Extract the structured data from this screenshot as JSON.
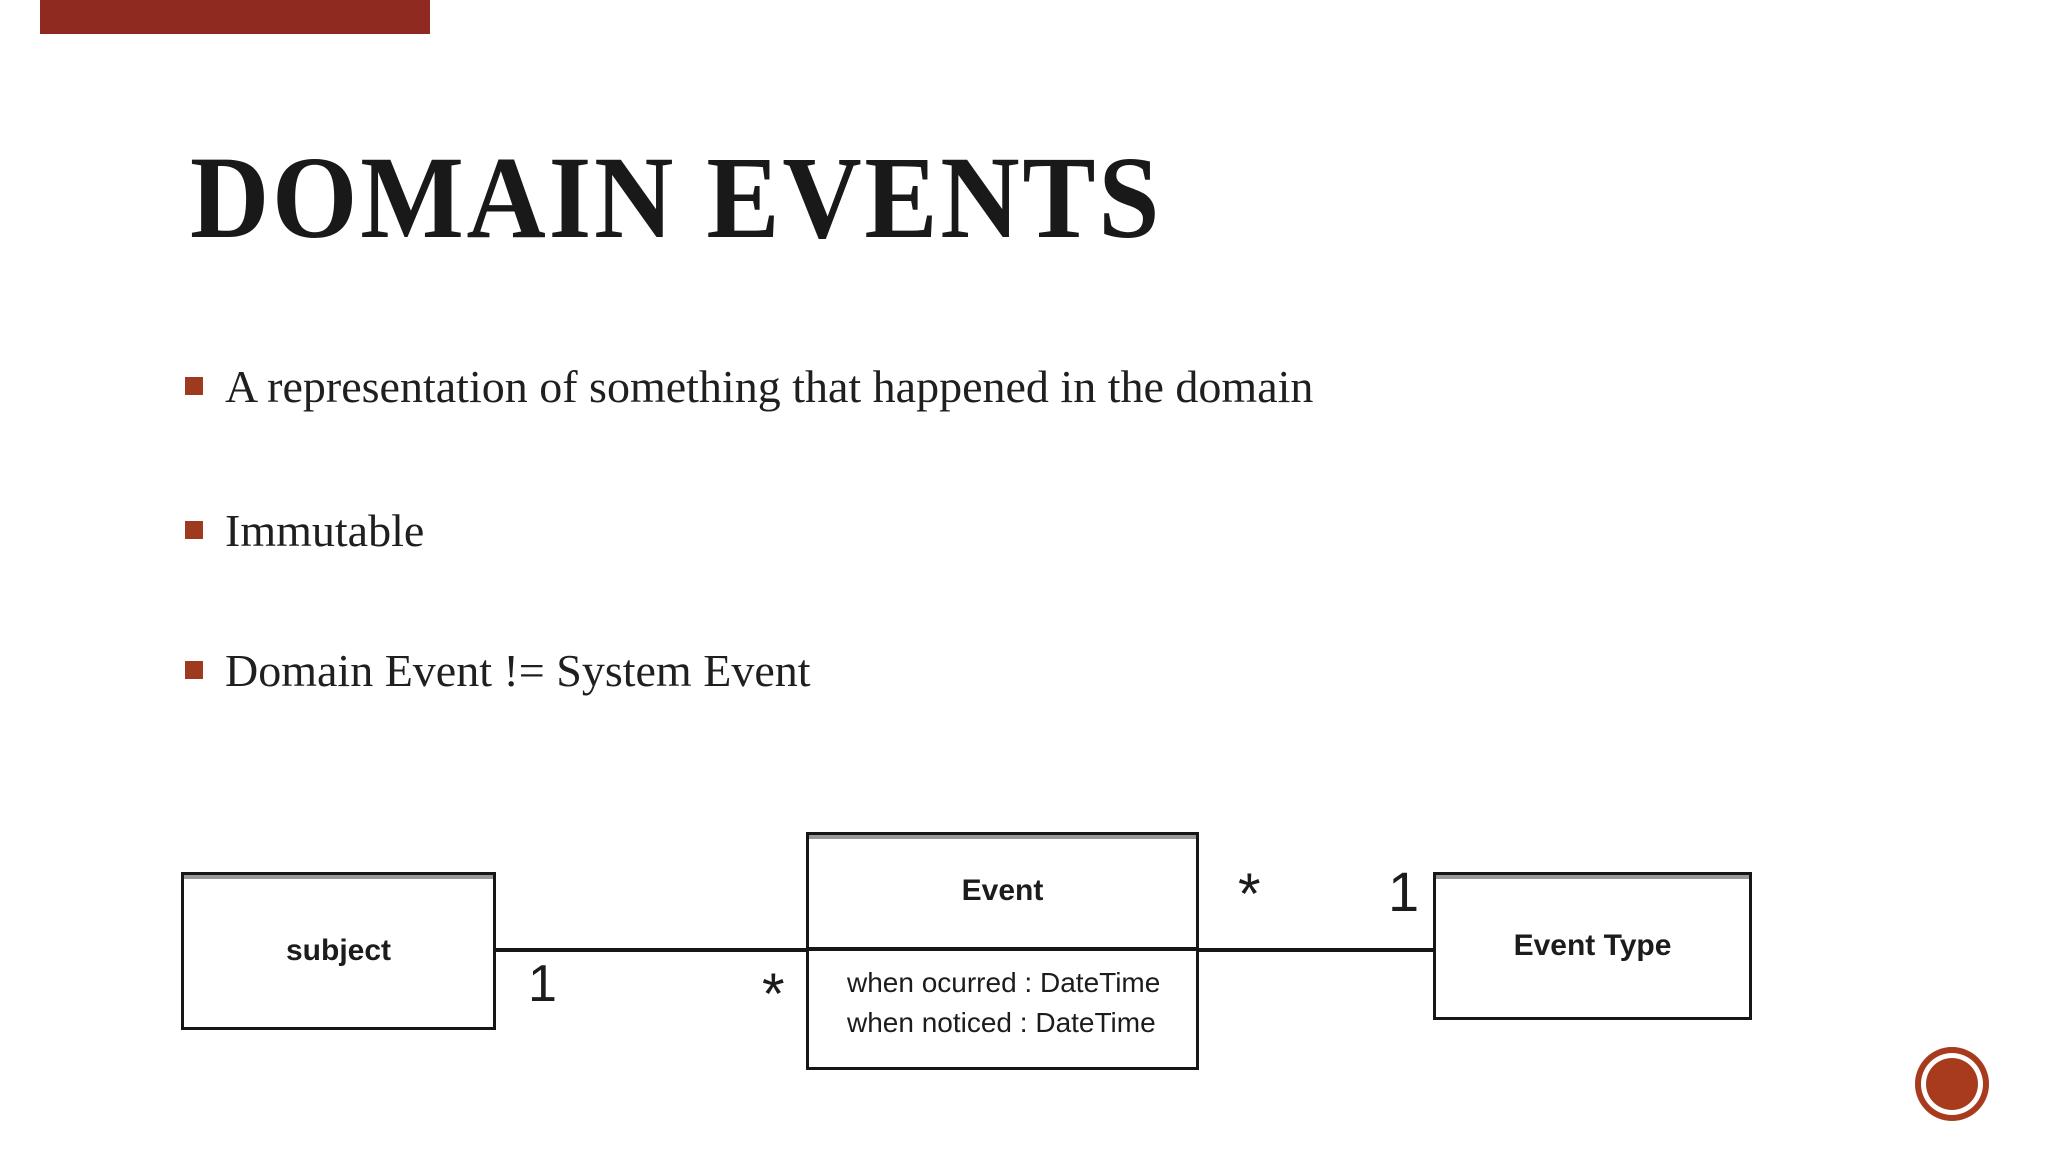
{
  "slide": {
    "title": "DOMAIN EVENTS",
    "bullets": [
      "A representation of something that happened in the domain",
      "Immutable",
      "Domain Event != System Event"
    ],
    "accent_color": "#9e3a1e"
  },
  "diagram": {
    "type": "uml-class-diagram",
    "classes": [
      {
        "name": "subject",
        "attributes": []
      },
      {
        "name": "Event",
        "attributes": [
          "when ocurred : DateTime",
          "when noticed : DateTime"
        ]
      },
      {
        "name": "Event Type",
        "attributes": []
      }
    ],
    "associations": [
      {
        "from": "subject",
        "to": "Event",
        "from_multiplicity": "1",
        "to_multiplicity": "*"
      },
      {
        "from": "Event",
        "to": "Event Type",
        "from_multiplicity": "*",
        "to_multiplicity": "1"
      }
    ]
  },
  "decorations": {
    "top_bar_color": "#8e2a1f",
    "corner_circle_color": "#a83a1d",
    "corner_circle_ring_color": "#ffffff"
  }
}
